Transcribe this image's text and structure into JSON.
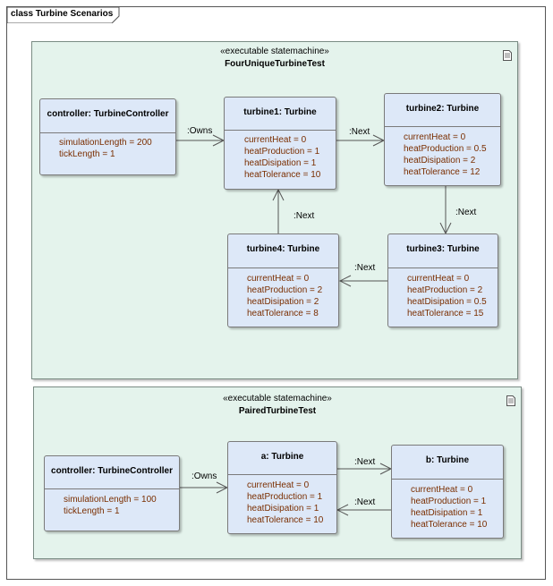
{
  "diagram_title": "class Turbine Scenarios",
  "packages": [
    {
      "stereotype": "«executable statemachine»",
      "name": "FourUniqueTurbineTest",
      "classes": [
        {
          "title": "controller: TurbineController",
          "attrs": [
            "simulationLength = 200",
            "tickLength = 1"
          ]
        },
        {
          "title": "turbine1: Turbine",
          "attrs": [
            "currentHeat = 0",
            "heatProduction = 1",
            "heatDisipation = 1",
            "heatTolerance = 10"
          ]
        },
        {
          "title": "turbine2: Turbine",
          "attrs": [
            "currentHeat = 0",
            "heatProduction = 0.5",
            "heatDisipation = 2",
            "heatTolerance = 12"
          ]
        },
        {
          "title": "turbine3: Turbine",
          "attrs": [
            "currentHeat = 0",
            "heatProduction = 2",
            "heatDisipation = 0.5",
            "heatTolerance = 15"
          ]
        },
        {
          "title": "turbine4: Turbine",
          "attrs": [
            "currentHeat = 0",
            "heatProduction = 2",
            "heatDisipation = 2",
            "heatTolerance = 8"
          ]
        }
      ],
      "links": [
        ":Owns",
        ":Next",
        ":Next",
        ":Next",
        ":Next"
      ]
    },
    {
      "stereotype": "«executable statemachine»",
      "name": "PairedTurbineTest",
      "classes": [
        {
          "title": "controller: TurbineController",
          "attrs": [
            "simulationLength = 100",
            "tickLength = 1"
          ]
        },
        {
          "title": "a: Turbine",
          "attrs": [
            "currentHeat = 0",
            "heatProduction = 1",
            "heatDisipation = 1",
            "heatTolerance = 10"
          ]
        },
        {
          "title": "b: Turbine",
          "attrs": [
            "currentHeat = 0",
            "heatProduction = 1",
            "heatDisipation = 1",
            "heatTolerance = 10"
          ]
        }
      ],
      "links": [
        ":Owns",
        ":Next",
        ":Next"
      ]
    }
  ],
  "colors": {
    "package_fill": "#e4f3ec",
    "class_fill": "#dde8f8",
    "attribute_text": "#7a2e00"
  }
}
